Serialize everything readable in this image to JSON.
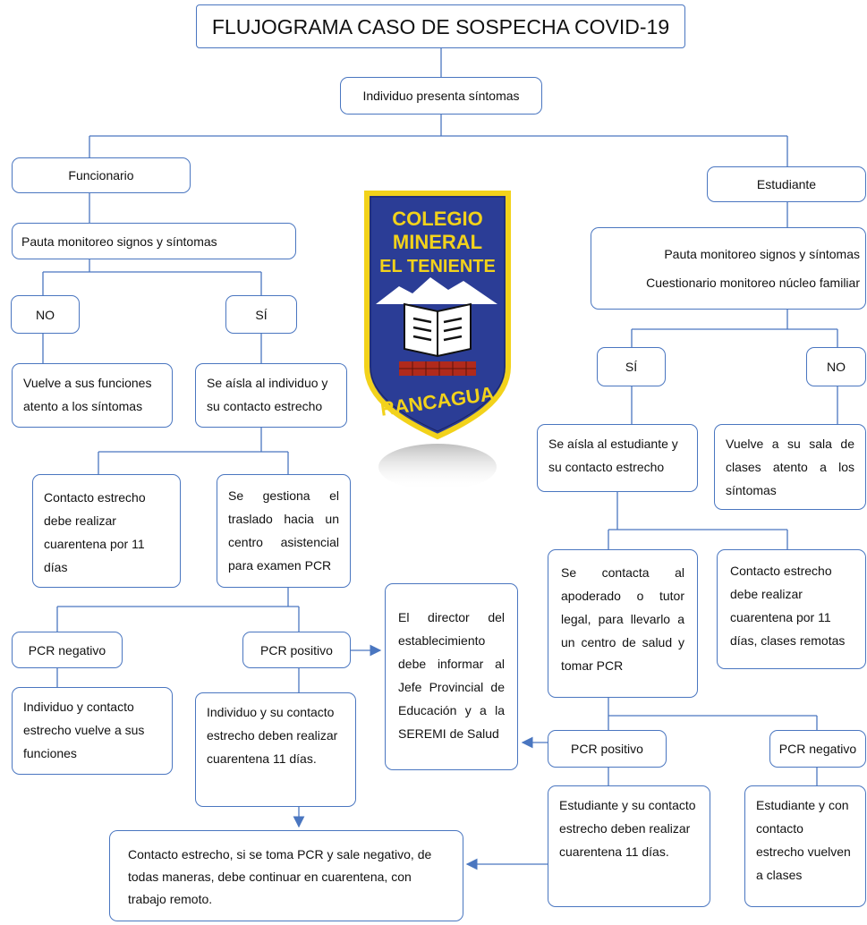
{
  "title": "FLUJOGRAMA CASO DE SOSPECHA COVID-19",
  "root": "Individuo presenta síntomas",
  "logo": {
    "line1": "COLEGIO",
    "line2": "MINERAL",
    "line3": "EL TENIENTE",
    "bottom": "RANCAGUA"
  },
  "funcionario": {
    "label": "Funcionario",
    "pauta": "Pauta monitoreo signos y síntomas",
    "no": "NO",
    "si": "SÍ",
    "no_result": "Vuelve a sus funciones atento a los síntomas",
    "si_result": "Se aísla al individuo y su contacto estrecho",
    "contacto": "Contacto estrecho debe realizar cuarentena por 11 días",
    "traslado": "Se gestiona el traslado hacia un centro asistencial para examen PCR",
    "pcr_negativo": "PCR negativo",
    "pcr_positivo": "PCR positivo",
    "negativo_result": "Individuo y contacto estrecho vuelve a sus funciones",
    "positivo_result": "Individuo y su contacto estrecho deben realizar cuarentena 11 días."
  },
  "director": "El director del establecimiento debe informar al Jefe Provincial de Educación y a la SEREMI de Salud",
  "estudiante": {
    "label": "Estudiante",
    "pauta_1": "Pauta monitoreo signos y síntomas",
    "pauta_2": "Cuestionario monitoreo núcleo familiar",
    "si": "SÍ",
    "no": "NO",
    "si_result": "Se aísla al estudiante y su contacto estrecho",
    "no_result": "Vuelve a su sala de clases atento a los síntomas",
    "apoderado": "Se contacta al apoderado o tutor legal, para llevarlo a un centro de salud y tomar PCR",
    "contacto": "Contacto estrecho debe realizar cuarentena por 11 días, clases remotas",
    "pcr_positivo": "PCR positivo",
    "pcr_negativo": "PCR negativo",
    "positivo_result": "Estudiante y su contacto estrecho deben realizar cuarentena 11 días.",
    "negativo_result": "Estudiante y con contacto estrecho vuelven a clases"
  },
  "final_note": "Contacto estrecho, si se toma PCR y sale negativo, de todas maneras, debe continuar en cuarentena, con trabajo remoto.",
  "colors": {
    "border": "#4a76c0",
    "line": "#4a76c0",
    "shield_blue": "#2b3d96",
    "shield_yellow": "#f2d21b",
    "shield_red": "#b02a1c"
  }
}
